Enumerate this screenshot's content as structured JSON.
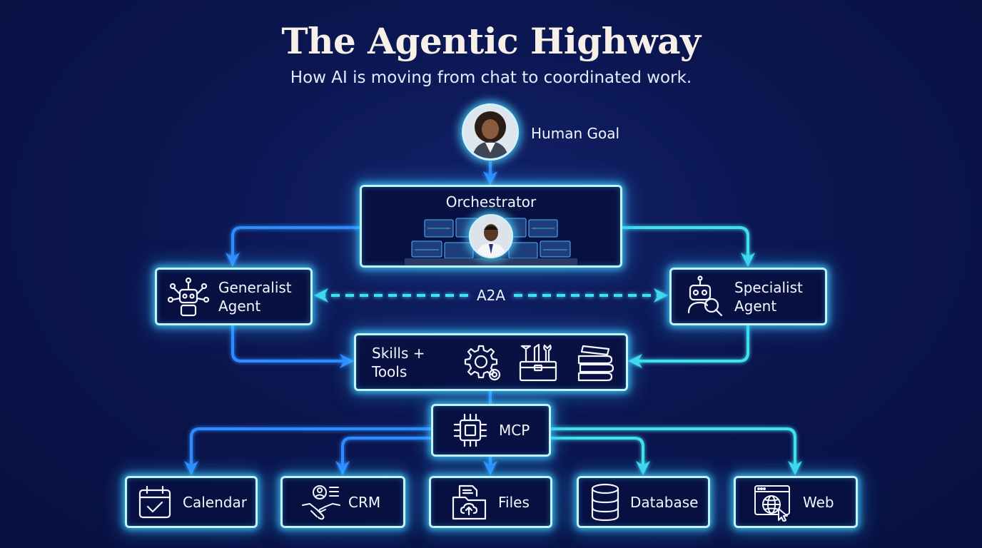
{
  "header": {
    "title": "The Agentic Highway",
    "subtitle": "How AI is moving from chat to coordinated work."
  },
  "nodes": {
    "human_goal": "Human Goal",
    "orchestrator": "Orchestrator",
    "generalist_line1": "Generalist",
    "generalist_line2": "Agent",
    "specialist_line1": "Specialist",
    "specialist_line2": "Agent",
    "a2a": "A2A",
    "skills_line1": "Skills +",
    "skills_line2": "Tools",
    "mcp": "MCP"
  },
  "endpoints": [
    {
      "label": "Calendar",
      "icon": "calendar-icon"
    },
    {
      "label": "CRM",
      "icon": "crm-handshake-icon"
    },
    {
      "label": "Files",
      "icon": "folder-upload-icon"
    },
    {
      "label": "Database",
      "icon": "database-icon"
    },
    {
      "label": "Web",
      "icon": "web-globe-icon"
    }
  ],
  "icons": {
    "generalist": "robot-network-icon",
    "specialist": "robot-search-icon",
    "skills": [
      "gears-icon",
      "toolbox-icon",
      "books-icon"
    ],
    "mcp": "chip-icon"
  },
  "colors": {
    "background": "#0b1650",
    "glow": "#46d7ff",
    "wire_blue": "#2f8cff",
    "wire_cyan": "#3fe0f0",
    "text": "#f4f7ff",
    "title": "#f6f0e8"
  }
}
